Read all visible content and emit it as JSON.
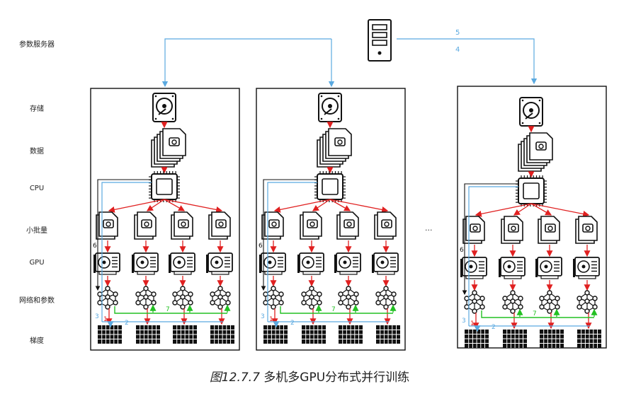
{
  "row_labels": {
    "server": "参数服务器",
    "storage": "存储",
    "data": "数据",
    "cpu": "CPU",
    "minibatch": "小批量",
    "gpu": "GPU",
    "network": "网络和参数",
    "gradient": "梯度"
  },
  "arrow_numbers": [
    "1",
    "2",
    "3",
    "4",
    "5",
    "6",
    "7"
  ],
  "ellipsis": "...",
  "caption": {
    "number": "图12.7.7",
    "text": "多机多GPU分布式并行训练"
  },
  "colors": {
    "server_link": "#5aa9e0",
    "local_flow": "#e02020",
    "gradient_sync": "#22c022",
    "frame": "#111111"
  },
  "icons": [
    "server-icon",
    "hard-disk-icon",
    "data-files-icon",
    "cpu-chip-icon",
    "minibatch-file-icon",
    "gpu-card-icon",
    "neural-network-icon",
    "gradient-grid-icon"
  ]
}
